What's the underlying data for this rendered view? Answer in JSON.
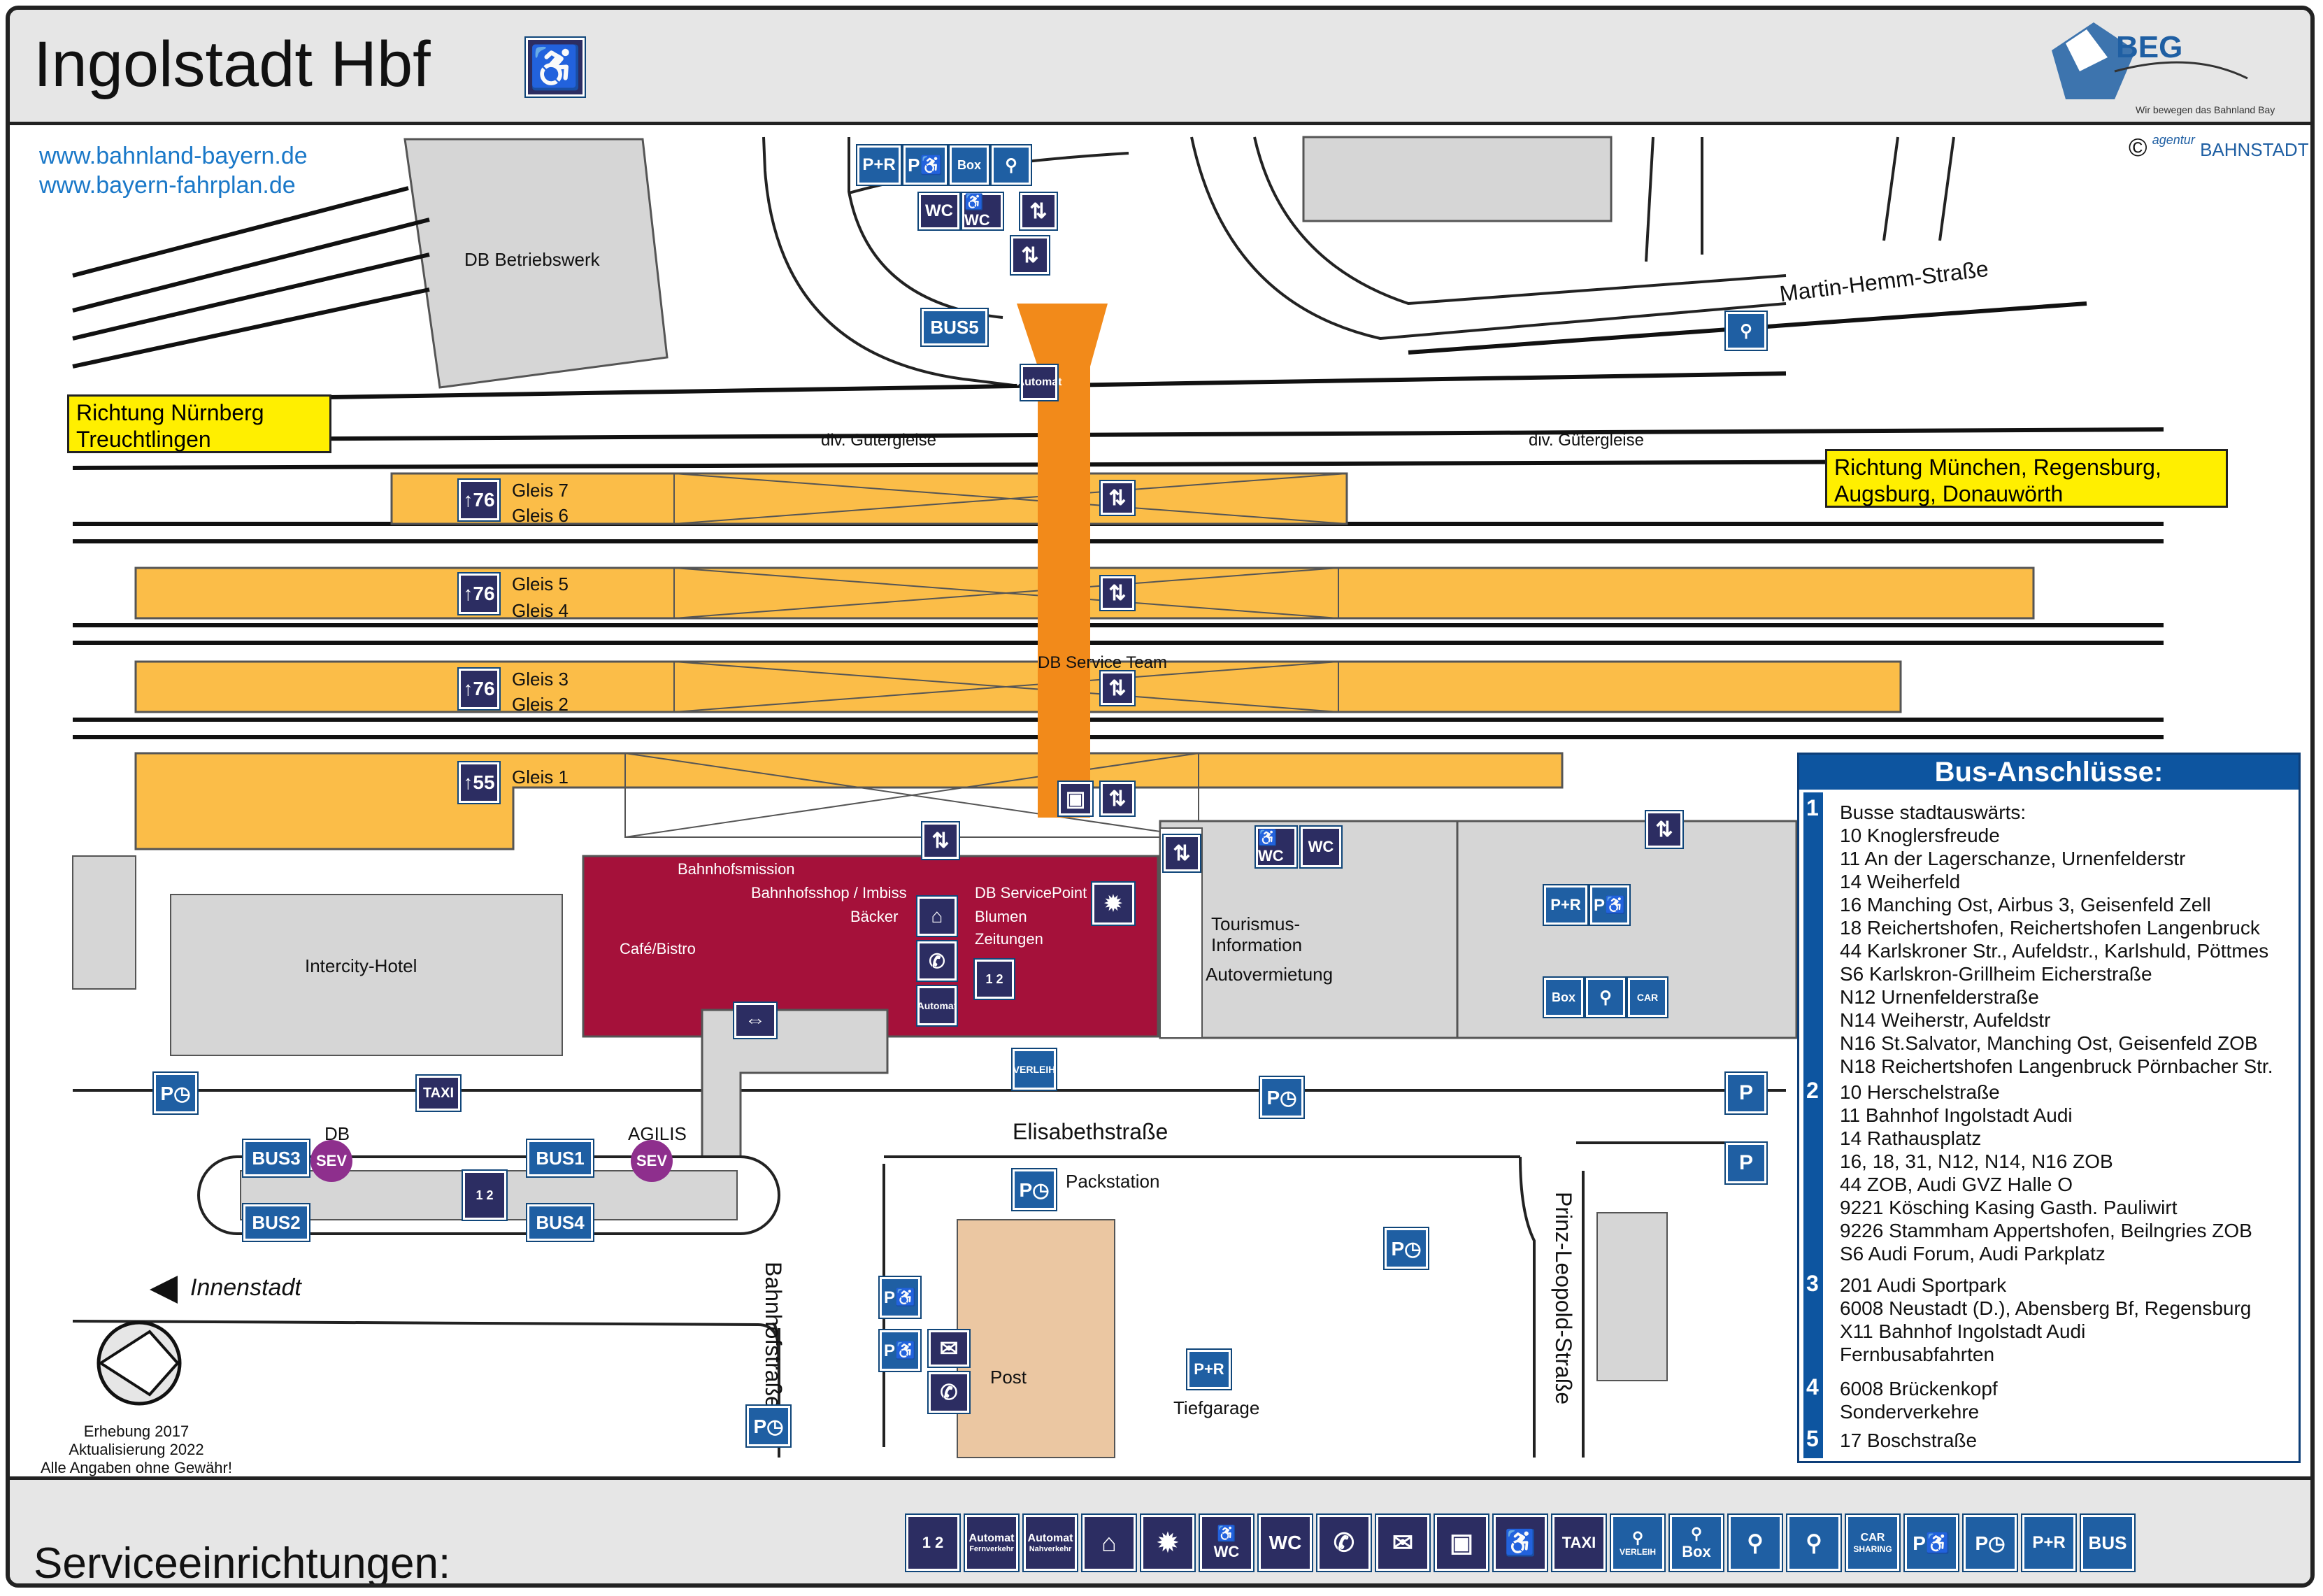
{
  "header": {
    "title": "Ingolstadt Hbf",
    "logo_text": "BEG",
    "logo_tagline": "Wir bewegen das Bahnland Bayern",
    "agency": "BAHNSTADT",
    "agency_prefix": "agentur"
  },
  "links": [
    "www.bahnland-bayern.de",
    "www.bayern-fahrplan.de"
  ],
  "directions": {
    "north": [
      "Richtung Nürnberg",
      "Treuchtlingen"
    ],
    "south": [
      "Richtung München, Regensburg,",
      "Augsburg, Donauwörth"
    ],
    "city": "Innenstadt"
  },
  "map_labels": {
    "betriebswerk": "DB Betriebswerk",
    "martin_hemm": "Martin-Hemm-Straße",
    "gueter1": "div. Gütergleise",
    "gueter2": "div. Gütergleise",
    "gleis7": "Gleis 7",
    "gleis6": "Gleis 6",
    "gleis5": "Gleis 5",
    "gleis4": "Gleis 4",
    "gleis3": "Gleis 3",
    "gleis2": "Gleis 2",
    "gleis1": "Gleis 1",
    "service_team": "DB Service Team",
    "hotel": "Intercity-Hotel",
    "bahnhofsmission": "Bahnhofsmission",
    "shop": "Bahnhofsshop / Imbiss",
    "baecker": "Bäcker",
    "cafe": "Café/Bistro",
    "servicepoint": "DB ServicePoint",
    "blumen": "Blumen",
    "zeitungen": "Zeitungen",
    "tourismus": "Tourismus-",
    "information": "Information",
    "autovermietung": "Autovermietung",
    "elisabeth": "Elisabethstraße",
    "bahnhofstr": "Bahnhofstraße",
    "prinz": "Prinz-Leopold-Straße",
    "packstation": "Packstation",
    "post": "Post",
    "tiefgarage": "Tiefgarage",
    "db": "DB",
    "agilis": "AGILIS",
    "automat": "Automat",
    "verleih": "VERLEIH"
  },
  "track_badges": {
    "t1": "76",
    "t2": "76",
    "t3": "76",
    "t4": "55"
  },
  "bus_stops": {
    "b1": "1",
    "b2": "2",
    "b3": "3",
    "b4": "4",
    "b5": "5",
    "bus": "BUS",
    "sev": "SEV",
    "taxi": "TAXI"
  },
  "bus_panel": {
    "title": "Bus-Anschlüsse:",
    "groups": [
      {
        "num": "1",
        "lines": [
          "Busse stadtauswärts:",
          "10 Knoglersfreude",
          "11 An der Lagerschanze, Urnenfelderstr",
          "14 Weiherfeld",
          "16 Manching Ost, Airbus 3, Geisenfeld Zell",
          "18 Reichertshofen, Reichertshofen Langenbruck",
          "44 Karlskroner Str., Aufeldstr., Karlshuld, Pöttmes",
          "S6 Karlskron-Grillheim Eicherstraße",
          "N12 Urnenfelderstraße",
          "N14 Weiherstr, Aufeldstr",
          "N16 St.Salvator, Manching Ost, Geisenfeld ZOB",
          "N18 Reichertshofen Langenbruck Pörnbacher Str."
        ]
      },
      {
        "num": "2",
        "lines": [
          "10 Herschelstraße",
          "11 Bahnhof Ingolstadt Audi",
          "14 Rathausplatz",
          "16, 18, 31, N12, N14, N16 ZOB",
          "44 ZOB, Audi GVZ Halle O",
          "9221 Kösching Kasing Gasth. Pauliwirt",
          "9226 Stammham Appertshofen, Beilngries ZOB",
          "S6 Audi Forum, Audi Parkplatz"
        ]
      },
      {
        "num": "3",
        "lines": [
          "201 Audi Sportpark",
          "6008 Neustadt (D.), Abensberg Bf, Regensburg",
          "X11 Bahnhof Ingolstadt Audi",
          "Fernbusabfahrten"
        ]
      },
      {
        "num": "4",
        "lines": [
          "6008 Brückenkopf",
          "Sonderverkehre"
        ]
      },
      {
        "num": "5",
        "lines": [
          "17 Boschstraße"
        ]
      }
    ]
  },
  "credit": [
    "Erhebung 2017",
    "Aktualisierung 2022",
    "Alle Angaben ohne Gewähr!"
  ],
  "footer": {
    "title": "Serviceeinrichtungen:",
    "legend": [
      {
        "icon": "ticket-machine-icon",
        "text": "1 2"
      },
      {
        "icon": "ticket-machine-fern-icon",
        "text": "Automat",
        "sub": "Fernverkehr"
      },
      {
        "icon": "ticket-machine-nah-icon",
        "text": "Automat",
        "sub": "Nahverkehr"
      },
      {
        "icon": "waiting-room-icon",
        "text": "⌂"
      },
      {
        "icon": "police-icon",
        "text": "✹"
      },
      {
        "icon": "accessible-wc-icon",
        "text": "♿",
        "sub": "WC"
      },
      {
        "icon": "wc-icon",
        "text": "WC"
      },
      {
        "icon": "phone-icon",
        "text": "✆"
      },
      {
        "icon": "mail-icon",
        "text": "✉"
      },
      {
        "icon": "luggage-icon",
        "text": "▣"
      },
      {
        "icon": "wheelchair-lift-icon",
        "text": "♿"
      },
      {
        "icon": "taxi-icon",
        "text": "TAXI"
      },
      {
        "icon": "bike-rental-icon",
        "text": "⚲",
        "sub": "VERLEIH"
      },
      {
        "icon": "bike-box-icon",
        "text": "⚲",
        "sub": "Box"
      },
      {
        "icon": "bike-parking-covered-icon",
        "text": "⚲"
      },
      {
        "icon": "bike-parking-icon",
        "text": "⚲"
      },
      {
        "icon": "car-sharing-icon",
        "text": "CAR",
        "sub": "SHARING"
      },
      {
        "icon": "accessible-parking-icon",
        "text": "P♿"
      },
      {
        "icon": "short-term-parking-icon",
        "text": "P◷"
      },
      {
        "icon": "park-and-ride-icon",
        "text": "P+R"
      },
      {
        "icon": "bus-icon",
        "text": "BUS"
      }
    ]
  },
  "colors": {
    "platform": "#fbbd48",
    "overpass": "#f28a1a",
    "station_building": "#a5113a",
    "post_building": "#ebc7a2",
    "blue": "#1f5fa3",
    "navy": "#2c2d62",
    "sev": "#8e2f8d",
    "yellow": "#ffef00"
  }
}
